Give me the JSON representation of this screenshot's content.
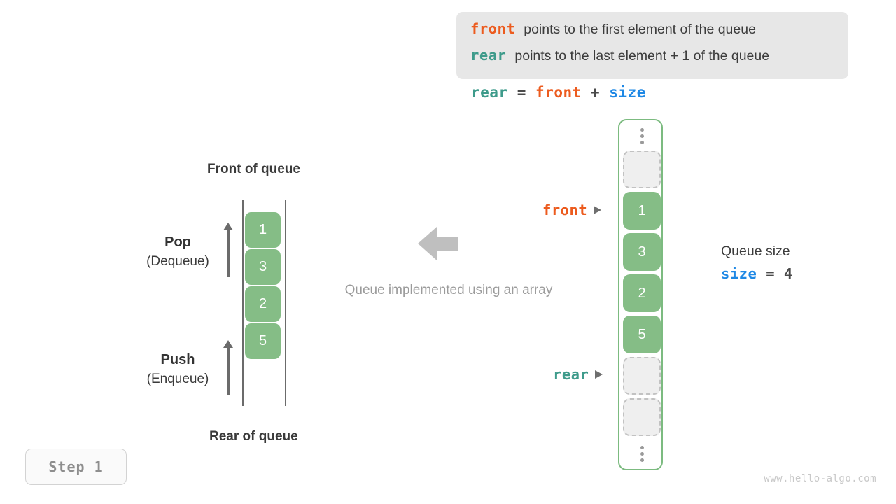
{
  "info_box": {
    "lines": [
      {
        "keyword": "front",
        "text": "points to the first element of the queue",
        "color": "#ec5b1e"
      },
      {
        "keyword": "rear",
        "text": "points to the last element + 1 of the queue",
        "color": "#3e9b8b"
      }
    ]
  },
  "formula": {
    "lhs": "rear",
    "eq": "=",
    "rhs1": "front",
    "plus": "+",
    "rhs2": "size"
  },
  "left_queue": {
    "title_top": "Front of queue",
    "title_bottom": "Rear of queue",
    "pop": {
      "main": "Pop",
      "sub": "(Dequeue)"
    },
    "push": {
      "main": "Push",
      "sub": "(Enqueue)"
    },
    "cells": [
      "1",
      "3",
      "2",
      "5"
    ]
  },
  "center": {
    "caption": "Queue implemented using an array",
    "arrow_direction": "left"
  },
  "array": {
    "top_ellipsis": "⋮",
    "bottom_ellipsis": "⋮",
    "slots": [
      {
        "type": "empty",
        "value": ""
      },
      {
        "type": "filled",
        "value": "1"
      },
      {
        "type": "filled",
        "value": "3"
      },
      {
        "type": "filled",
        "value": "2"
      },
      {
        "type": "filled",
        "value": "5"
      },
      {
        "type": "empty",
        "value": ""
      },
      {
        "type": "empty",
        "value": ""
      }
    ],
    "pointers": {
      "front": {
        "label": "front",
        "color": "#ec5b1e"
      },
      "rear": {
        "label": "rear",
        "color": "#3e9b8b"
      }
    }
  },
  "size_note": {
    "title": "Queue size",
    "name": "size",
    "eq": "=",
    "value": "4"
  },
  "step_badge": {
    "label": "Step 1"
  },
  "watermark": {
    "text": "www.hello-algo.com"
  },
  "colors": {
    "green_cell": "#85bd86",
    "green_border": "#7cbb80",
    "front_orange": "#ec5b1e",
    "rear_teal": "#3e9b8b",
    "size_blue": "#1e88e5",
    "info_bg": "#e7e7e7",
    "muted_gray": "#9b9b9b"
  }
}
